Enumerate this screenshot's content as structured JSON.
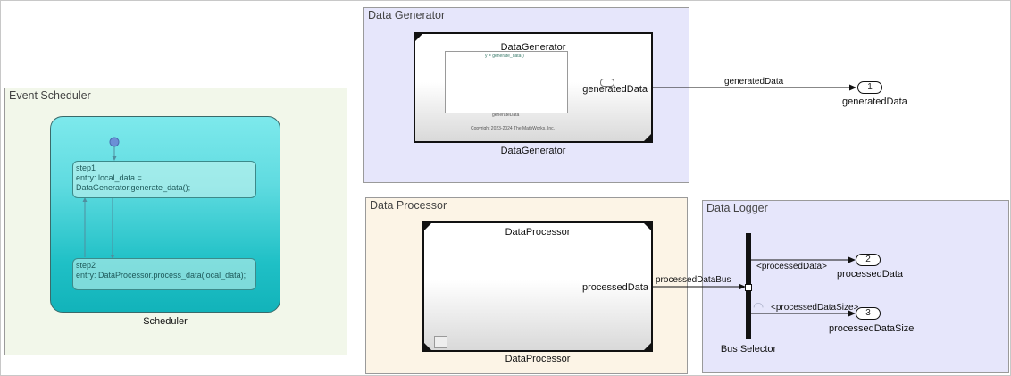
{
  "areas": {
    "event_scheduler": "Event Scheduler",
    "data_generator": "Data Generator",
    "data_processor": "Data Processor",
    "data_logger": "Data Logger"
  },
  "scheduler": {
    "block_name": "Scheduler",
    "step1_name": "step1",
    "step1_action": "entry: local_data = DataGenerator.generate_data();",
    "step2_name": "step2",
    "step2_action": "entry: DataProcessor.process_data(local_data);"
  },
  "generator": {
    "inner_title": "DataGenerator",
    "block_name": "DataGenerator",
    "port_label": "generatedData",
    "function_text": "y = generate_data()",
    "inner_caption": "generateData",
    "copyright": "Copyright 2023-2024 The MathWorks, Inc."
  },
  "processor": {
    "inner_title": "DataProcessor",
    "block_name": "DataProcessor",
    "port_label": "processedData"
  },
  "signals": {
    "generated": "generatedData",
    "processed_bus": "processedDataBus",
    "processed_data": "<processedData>",
    "processed_size": "<processedDataSize>"
  },
  "outports": [
    {
      "number": "1",
      "label": "generatedData"
    },
    {
      "number": "2",
      "label": "processedData"
    },
    {
      "number": "3",
      "label": "processedDataSize"
    }
  ],
  "bus_selector": {
    "label": "Bus Selector"
  },
  "colors": {
    "event_scheduler_bg": "#f2f7ea",
    "data_generator_bg": "#e6e6fb",
    "data_processor_bg": "#fcf4e6",
    "data_logger_bg": "#e6e6fb"
  }
}
